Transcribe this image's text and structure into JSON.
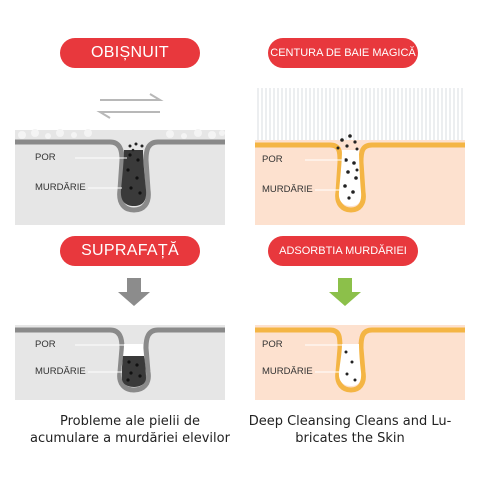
{
  "labels": {
    "normal_header": "OBIȘNUIT",
    "magic_header": "CENTURA DE BAIE MAGICĂ",
    "surface_header": "SUPRAFAȚĂ",
    "absorb_header": "ADSORBTIA MURDĂRIEI",
    "pore": "POR",
    "dirt": "MURDĂRIE"
  },
  "captions": {
    "left": "Probleme ale pielii de acumulare a murdăriei elevilor",
    "right": "Deep Cleansing Cleans and Lubricates the Skin"
  },
  "captions_display": {
    "left_line1": "Probleme ale pielii de",
    "left_line2": "acumulare a murdăriei elevilor",
    "right_line1": "Deep Cleansing Cleans and Lu-",
    "right_line2": "bricates the Skin"
  },
  "colors": {
    "accent_red": "#e8383d",
    "gray_skin": "#e6e6e6",
    "gray_outline": "#8a8a8a",
    "peach_skin": "#fde1cf",
    "orange_outline": "#f4b544",
    "gray_arrow": "#8c8c8c",
    "green_arrow": "#8cc04a"
  },
  "icons": {
    "rubbing": "rubbing-arrows-icon",
    "down_gray": "arrow-down-gray-icon",
    "down_green": "arrow-down-green-icon",
    "bristles": "bristles-icon"
  }
}
